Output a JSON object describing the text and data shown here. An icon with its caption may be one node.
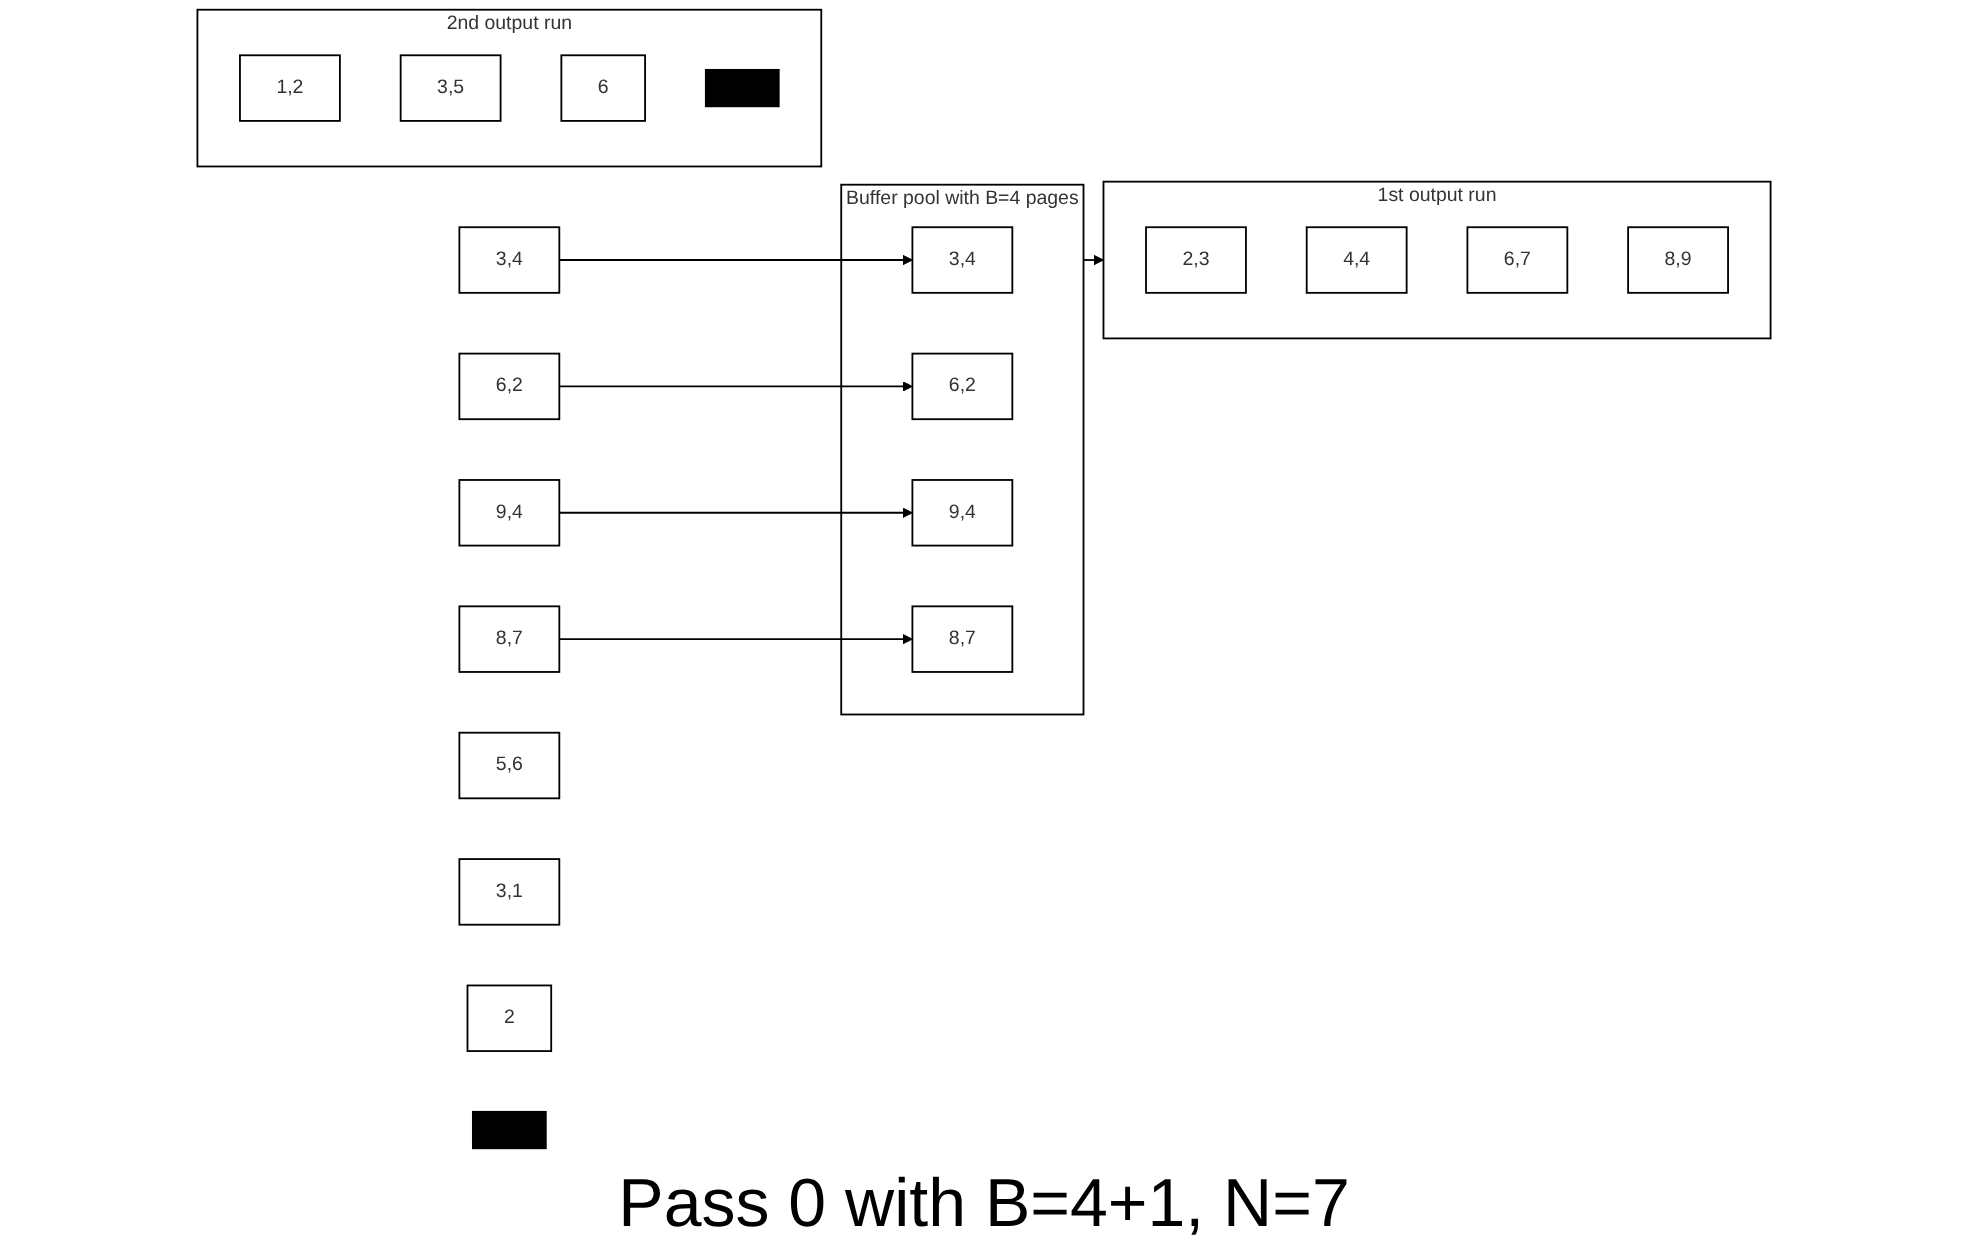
{
  "diagram": {
    "title": "Pass 0 with B=4+1, N=7",
    "nodes": [
      {
        "text": [
          "3,4"
        ]
      },
      {
        "text": [
          "6,2"
        ]
      },
      {
        "text": [
          "9,4"
        ]
      },
      {
        "text": [
          "8,7"
        ]
      },
      {
        "text": [
          "5,6"
        ]
      },
      {
        "text": [
          "3,1"
        ]
      },
      {
        "text": [
          "2"
        ]
      },
      {
        "text": [],
        "shape": "box"
      },
      {
        "text": [
          "Buffer pool with B=4 pages"
        ]
      },
      {
        "text": [
          "3,4"
        ],
        "in": 8
      },
      {
        "text": [
          "6,2"
        ],
        "in": 8
      },
      {
        "text": [
          "9,4"
        ],
        "in": 8
      },
      {
        "text": [
          "8,7"
        ],
        "in": 8
      },
      {
        "text": [
          "1st output run"
        ]
      },
      {
        "text": [
          "2,3"
        ],
        "in": 13
      },
      {
        "text": [
          "4,4"
        ],
        "in": 13
      },
      {
        "text": [
          "6,7"
        ],
        "in": 13
      },
      {
        "text": [
          "8,9"
        ],
        "in": 13
      },
      {
        "text": [
          "2nd output run"
        ]
      },
      {
        "text": [
          "1,2"
        ],
        "in": 18
      },
      {
        "text": [
          "3,5"
        ],
        "in": 18
      },
      {
        "text": [
          "6"
        ],
        "in": 18
      },
      {
        "text": [],
        "shape": "box",
        "in": 18
      }
    ],
    "edges": [
      {
        "from": 0,
        "to": 9,
        "arrow": "to"
      },
      {
        "from": 1,
        "to": 10,
        "arrow": "to"
      },
      {
        "from": 2,
        "to": 11,
        "arrow": "to"
      },
      {
        "from": 3,
        "to": 12,
        "arrow": "to"
      },
      {
        "from": 8,
        "to": 13,
        "arrow": "to"
      }
    ]
  }
}
